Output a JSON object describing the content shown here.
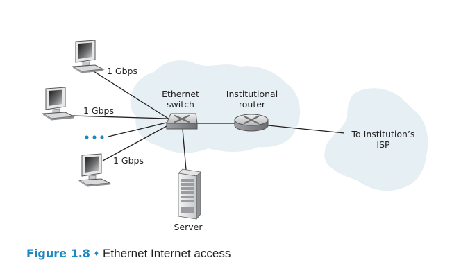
{
  "figure": {
    "caption_number": "Figure 1.8",
    "caption_separator": "♦",
    "caption_text": "Ethernet Internet access"
  },
  "labels": {
    "link_speed_top": "1 Gbps",
    "link_speed_middle": "1 Gbps",
    "link_speed_bottom": "1 Gbps",
    "switch_line1": "Ethernet",
    "switch_line2": "switch",
    "router_line1": "Institutional",
    "router_line2": "router",
    "isp_line1": "To Institution’s",
    "isp_line2": "ISP",
    "server": "Server"
  },
  "colors": {
    "cloud": "#e6eff3",
    "accent": "#1c88c0",
    "line": "#231f20"
  }
}
